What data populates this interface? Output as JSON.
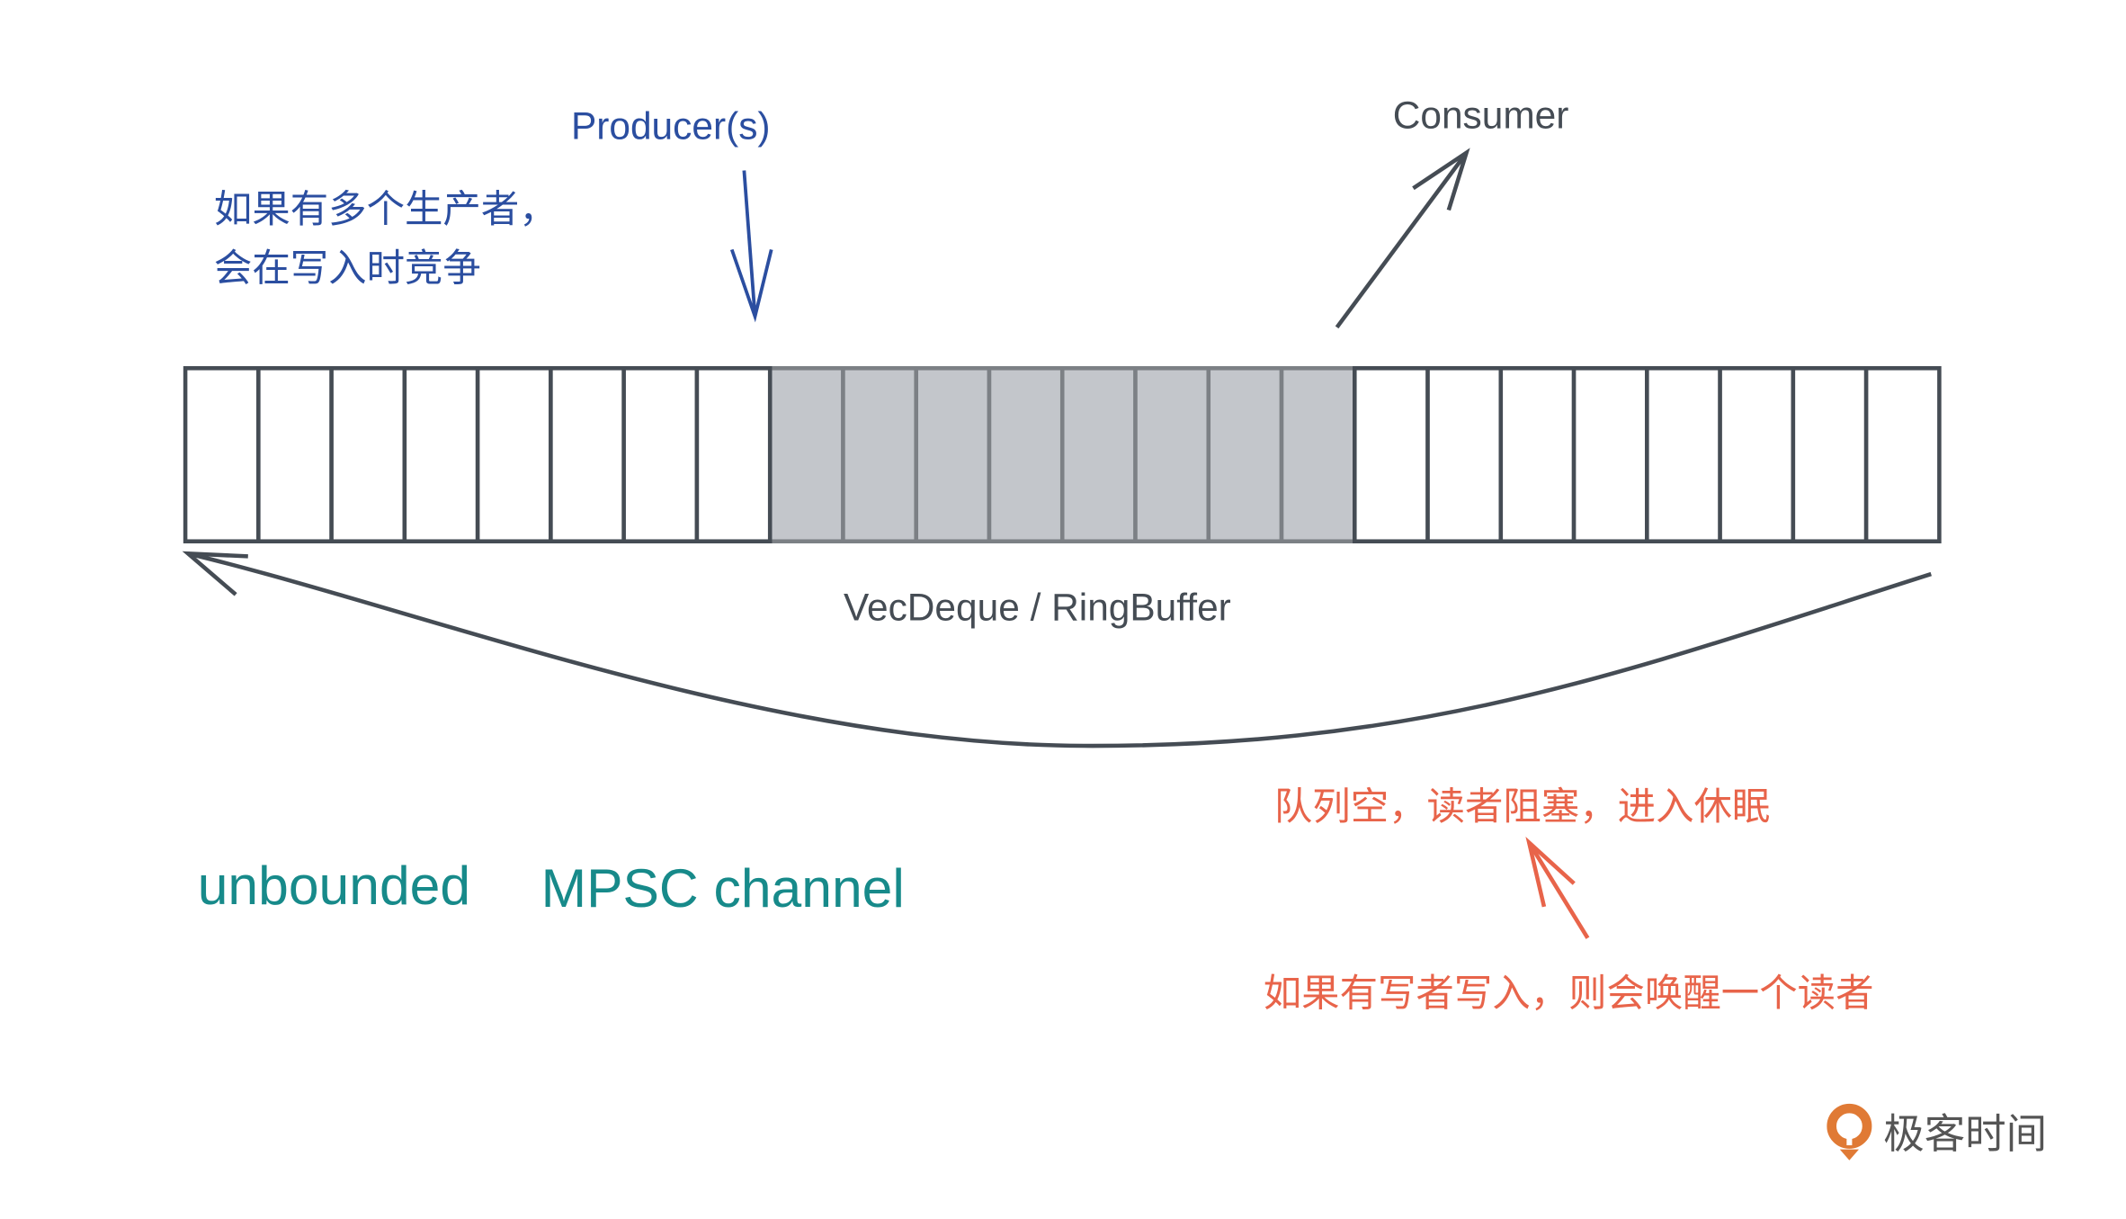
{
  "labels": {
    "producer": "Producer(s)",
    "consumer": "Consumer",
    "producer_note_line1": "如果有多个生产者，",
    "producer_note_line2": "会在写入时竞争",
    "buffer_name": "VecDeque / RingBuffer",
    "channel_word1": "unbounded",
    "channel_word2": "MPSC channel",
    "reader_note": "队列空，读者阻塞，进入休眠",
    "writer_note": "如果有写者写入，则会唤醒一个读者",
    "logo_text": "极客时间"
  },
  "buffer": {
    "cell_count": 24,
    "filled_start_index": 8,
    "filled_end_index": 15
  },
  "colors": {
    "blue": "#2b4ea0",
    "dark": "#454c54",
    "teal": "#178a8a",
    "orange": "#e8644a",
    "fill": "#c3c6cb",
    "filled_stroke": "#7c8085",
    "logo_orange": "#e07a35"
  }
}
